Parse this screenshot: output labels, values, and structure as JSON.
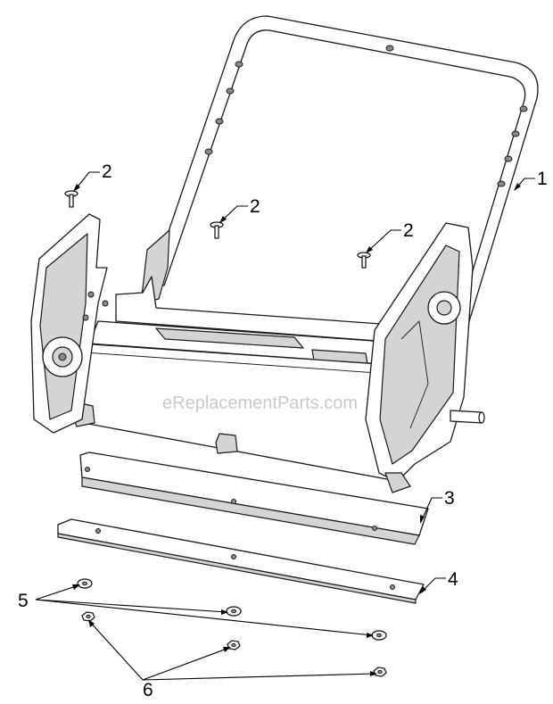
{
  "watermark": "eReplacementParts.com",
  "callouts": {
    "c1": "1",
    "c2a": "2",
    "c2b": "2",
    "c2c": "2",
    "c3": "3",
    "c4": "4",
    "c5": "5",
    "c6": "6"
  },
  "colors": {
    "line": "#1a1a1a",
    "shade": "#d4d4d4",
    "watermark": "#c8c8c8"
  }
}
